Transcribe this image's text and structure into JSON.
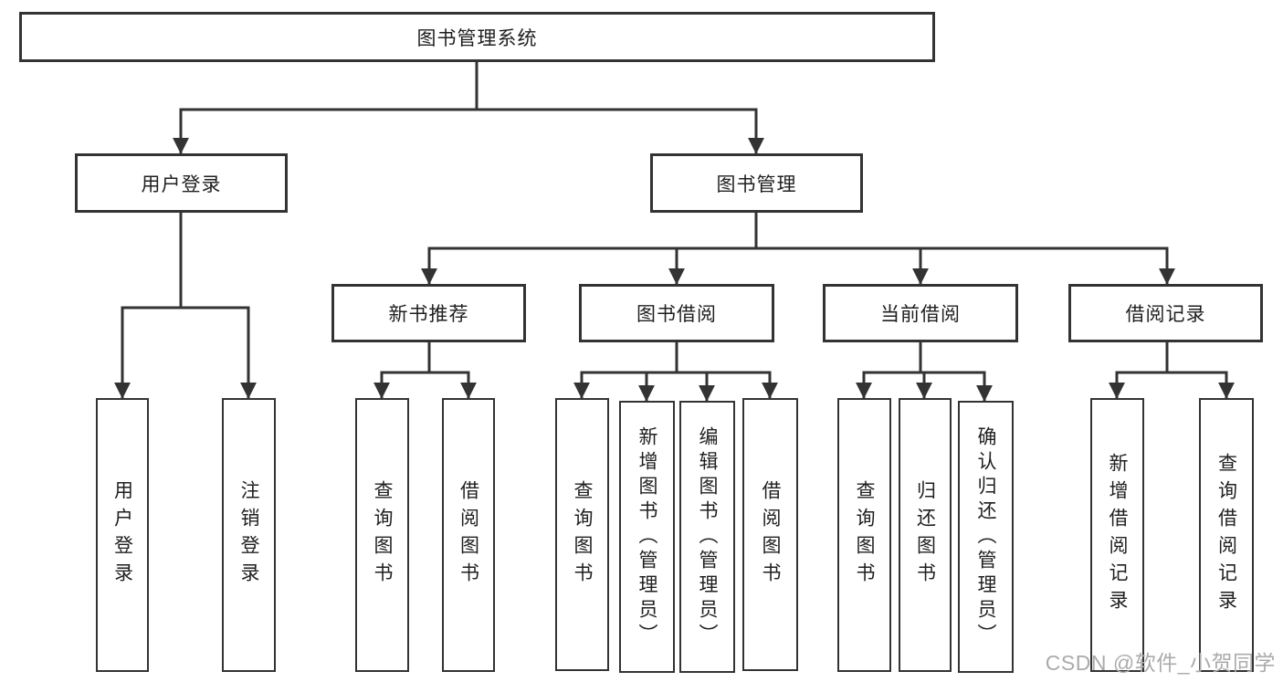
{
  "nodes": {
    "root": "图书管理系统",
    "user_login": "用户登录",
    "book_mgmt": "图书管理",
    "new_book_rec": "新书推荐",
    "book_borrow": "图书借阅",
    "current_borrow": "当前借阅",
    "borrow_records": "借阅记录",
    "ul_login": "用户登录",
    "ul_logout": "注销登录",
    "nb_query_book": "查询图书",
    "nb_borrow_book": "借阅图书",
    "bb_query_book": "查询图书",
    "bb_add_book": "新增图书（管理员）",
    "bb_edit_book": "编辑图书（管理员）",
    "bb_borrow_book": "借阅图书",
    "cb_query_book": "查询图书",
    "cb_return_book": "归还图书",
    "cb_confirm_return": "确认归还（管理员）",
    "br_add_record": "新增借阅记录",
    "br_query_record": "查询借阅记录"
  },
  "hierarchy": {
    "图书管理系统": {
      "用户登录": [
        "用户登录",
        "注销登录"
      ],
      "图书管理": {
        "新书推荐": [
          "查询图书",
          "借阅图书"
        ],
        "图书借阅": [
          "查询图书",
          "新增图书（管理员）",
          "编辑图书（管理员）",
          "借阅图书"
        ],
        "当前借阅": [
          "查询图书",
          "归还图书",
          "确认归还（管理员）"
        ],
        "借阅记录": [
          "新增借阅记录",
          "查询借阅记录"
        ]
      }
    }
  },
  "watermark": "CSDN @软件_小贺同学",
  "colors": {
    "line": "#333333",
    "box_background": "#ffffff",
    "text": "#1f1f1f",
    "watermark": "#ababab",
    "page_background": "#ffffff"
  }
}
